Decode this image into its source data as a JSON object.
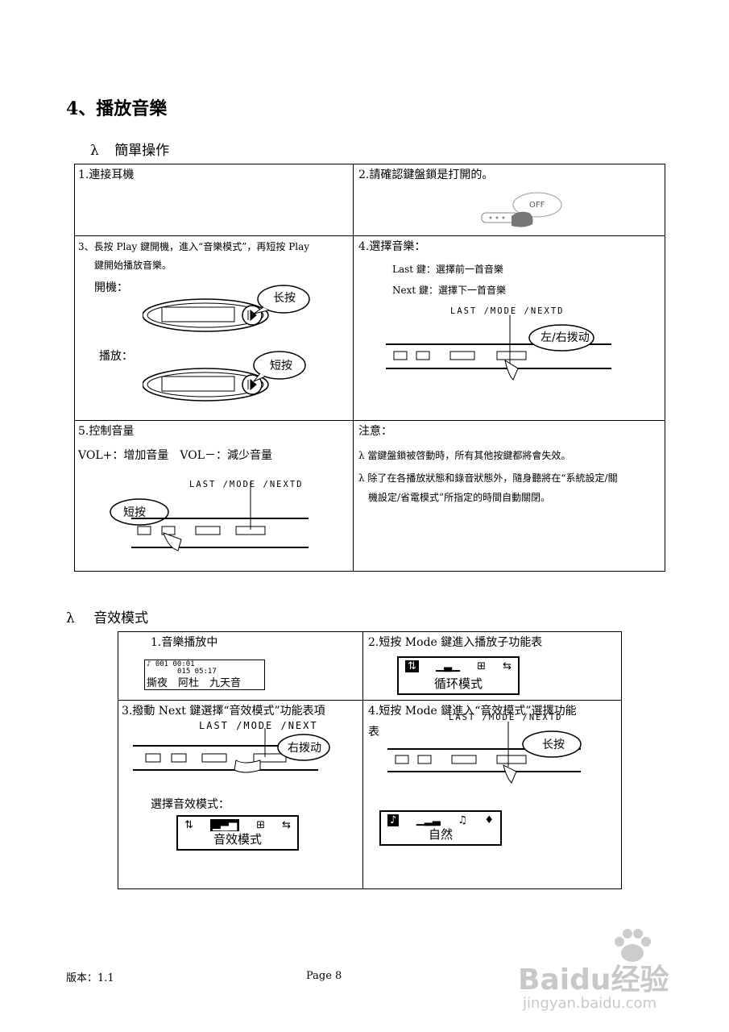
{
  "heading": "4、播放音樂",
  "section1": {
    "bullet": "λ",
    "title": "簡單操作",
    "cell1": "1.連接耳機",
    "cell2": "2.請確認鍵盤鎖是打開的。",
    "off_label": "OFF",
    "cell3_line1": "3、長按 Play 鍵開機，進入“音樂模式”，再短按 Play",
    "cell3_line2": "鍵開始播放音樂。",
    "power_on_label": "開機：",
    "long_press": "长按",
    "play_label": "播放：",
    "short_press": "短按",
    "cell4_title": "4.選擇音樂：",
    "last_desc": "Last 鍵：選擇前一首音樂",
    "next_desc": "Next 鍵：選擇下一首音樂",
    "lmn_label": "LAST /MODE /NEXTD",
    "left_right": "左/右拨动",
    "cell5_title": "5.控制音量",
    "vol_desc": "VOL+：增加音量　VOL－：減少音量",
    "lmn_label2": "LAST /MODE /NEXTD",
    "short_press2": "短按",
    "note_title": "注意：",
    "note1": "λ 當鍵盤鎖被啓動時，所有其他按鍵都將會失效。",
    "note2_line1": "λ 除了在各播放狀態和錄音狀態外，隨身聽將在“系統設定/關",
    "note2_line2": "機設定/省電模式”所指定的時間自動關閉。"
  },
  "section2": {
    "bullet": "λ",
    "title": "音效模式",
    "cell1": "1.音樂播放中",
    "lcd1_line1": "♪ 001 00:01",
    "lcd1_line2": "015 05:17",
    "lcd1_text": "撕夜　阿杜　九天音",
    "cell2": "2.短按 Mode 鍵進入播放子功能表",
    "lcd2_label": "循环模式",
    "cell3": "3.撥動 Next 鍵選擇“音效模式”功能表項",
    "lmn_label3": "LAST /MODE /NEXT",
    "right_swipe": "右拨动",
    "select_mode": "選擇音效模式：",
    "lcd3_label": "音效模式",
    "cell4_line1": "4.短按 Mode 鍵進入“音效模式”選擇功能",
    "cell4_line2": "表",
    "lmn_label4": "LAST /MODE /NEXTD",
    "long_press2": "长按",
    "lcd4_label": "自然"
  },
  "footer": {
    "version": "版本：1.1",
    "page": "Page 8"
  },
  "watermark": {
    "brand": "Baidu经验",
    "url": "jingyan.baidu.com"
  }
}
